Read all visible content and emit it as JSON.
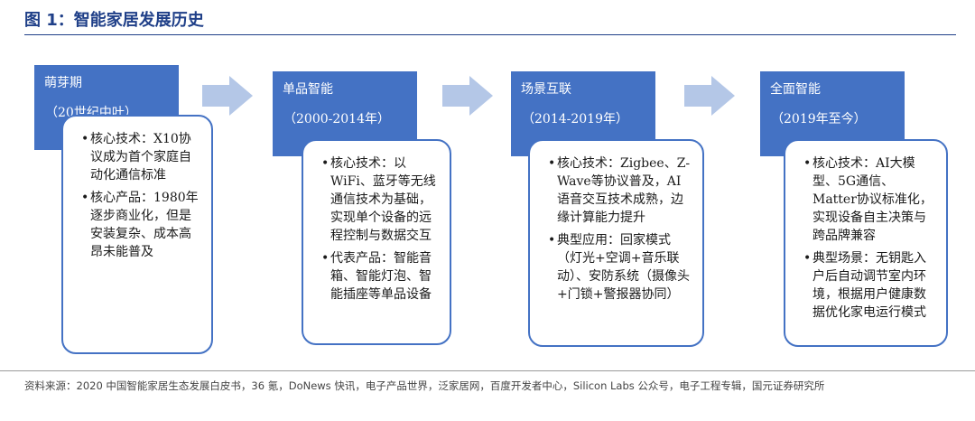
{
  "figure": {
    "title": "图 1：智能家居发展历史"
  },
  "stages": [
    {
      "name": "萌芽期",
      "period": "（20世纪中叶）",
      "items": [
        "核心技术：X10协议成为首个家庭自动化通信标准",
        "核心产品：1980年逐步商业化，但是安装复杂、成本高昂未能普及"
      ]
    },
    {
      "name": "单品智能",
      "period": "（2000-2014年）",
      "items": [
        "核心技术：以WiFi、蓝牙等无线通信技术为基础，实现单个设备的远程控制与数据交互",
        "代表产品：智能音箱、智能灯泡、智能插座等单品设备"
      ]
    },
    {
      "name": "场景互联",
      "period": "（2014-2019年）",
      "items": [
        "核心技术：Zigbee、Z-Wave等协议普及，AI语音交互技术成熟，边缘计算能力提升",
        "典型应用：回家模式（灯光+空调+音乐联动）、安防系统（摄像头+门锁+警报器协同）"
      ]
    },
    {
      "name": "全面智能",
      "period": "（2019年至今）",
      "items": [
        "核心技术：AI大模型、5G通信、Matter协议标准化，实现设备自主决策与跨品牌兼容",
        "典型场景：无钥匙入户后自动调节室内环境，根据用户健康数据优化家电运行模式"
      ]
    }
  ],
  "source": "资料来源：2020 中国智能家居生态发展白皮书，36 氪，DoNews 快讯，电子产品世界，泛家居网，百度开发者中心，Silicon Labs 公众号，电子工程专辑，国元证券研究所",
  "colors": {
    "header": "#4472c4",
    "border": "#4472c4",
    "arrow": "#b4c7e7",
    "title": "#1f3f88"
  }
}
